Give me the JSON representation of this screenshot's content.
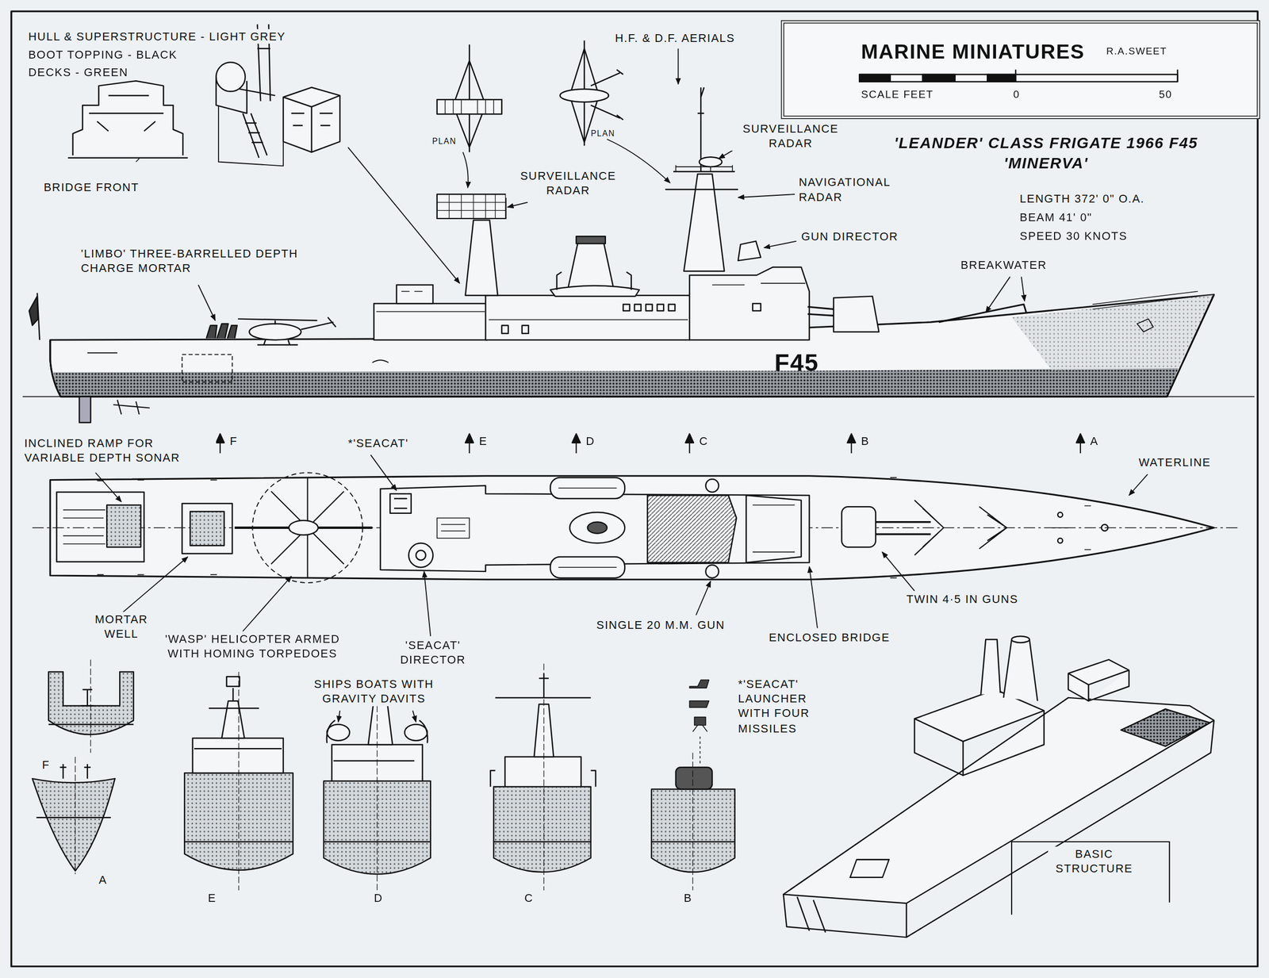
{
  "diagram": {
    "title": "'LEANDER' CLASS FRIGATE 1966 F45 'MINERVA'",
    "nodes": [
      {
        "text": [
          "MARINE MINIATURES",
          "R.A.SWEET",
          "SCALE FEET",
          "0",
          "50"
        ]
      }
    ],
    "labels": [
      "HULL & SUPERSTRUCTURE - LIGHT GREY",
      "BOOT TOPPING - BLACK",
      "DECKS - GREEN",
      "BRIDGE FRONT",
      "PLAN",
      "PLAN",
      "H.F. & D.F. AERIALS",
      "SURVEILLANCE RADAR",
      "SURVEILLANCE RADAR",
      "NAVIGATIONAL RADAR",
      "GUN DIRECTOR",
      "LENGTH 372' 0\" O.A.",
      "BEAM 41' 0\"",
      "SPEED 30 KNOTS",
      "BREAKWATER",
      "'LIMBO' THREE-BARRELLED DEPTH CHARGE MORTAR",
      "F45",
      "F",
      "E",
      "D",
      "C",
      "B",
      "A",
      "INCLINED RAMP FOR VARIABLE DEPTH SONAR",
      "*'SEACAT'",
      "WATERLINE",
      "MORTAR WELL",
      "'WASP' HELICOPTER ARMED WITH HOMING TORPEDOES",
      "'SEACAT' DIRECTOR",
      "SINGLE 20 M.M. GUN",
      "ENCLOSED BRIDGE",
      "TWIN 4·5 IN GUNS",
      "SHIPS BOATS WITH GRAVITY DAVITS",
      "*'SEACAT' LAUNCHER WITH FOUR MISSILES",
      "BASIC STRUCTURE",
      "F",
      "A",
      "E",
      "D",
      "C",
      "B"
    ]
  }
}
